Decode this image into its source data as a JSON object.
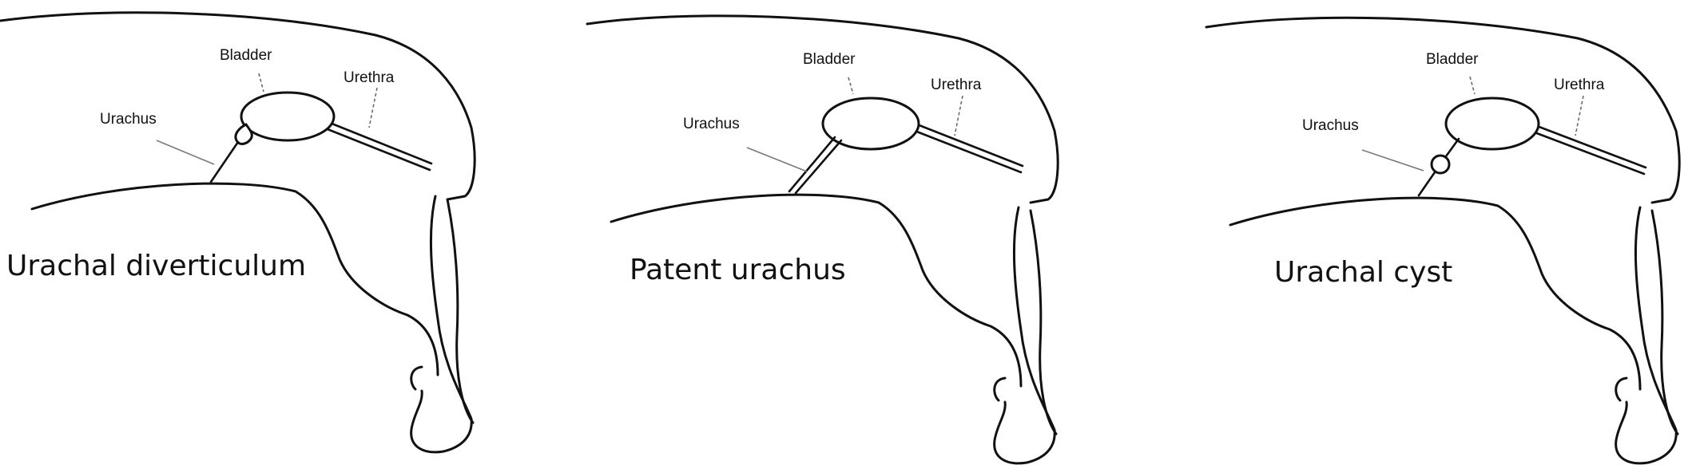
{
  "panels": [
    {
      "title": "Urachal diverticulum",
      "labels": {
        "bladder": "Bladder",
        "urethra": "Urethra",
        "urachus": "Urachus"
      }
    },
    {
      "title": "Patent urachus",
      "labels": {
        "bladder": "Bladder",
        "urethra": "Urethra",
        "urachus": "Urachus"
      }
    },
    {
      "title": "Urachal cyst",
      "labels": {
        "bladder": "Bladder",
        "urethra": "Urethra",
        "urachus": "Urachus"
      }
    }
  ]
}
